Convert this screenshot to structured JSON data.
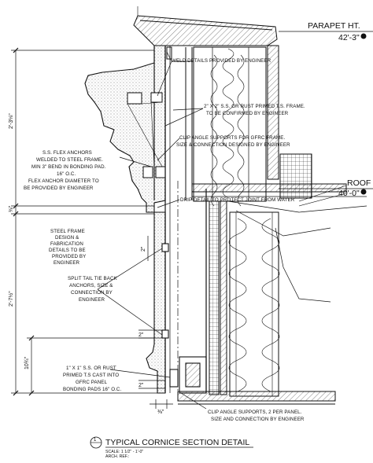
{
  "levels": {
    "parapet_label": "PARAPET HT.",
    "parapet_value": "42'-3\"",
    "roof_label": "ROOF",
    "roof_value": "40'-0\""
  },
  "notes": {
    "weld": "WELD DETAILS PROVIDED BY ENGINEER",
    "frame_1": "2\" X 2\" S.S. OR RUST PRIMED T.S. FRAME.",
    "frame_2": "TO BE CONFIRMED BY ENGINEER",
    "clip_1": "CLIP ANGLE SUPPORTS FOR GFRC FRAME.",
    "clip_2": "SIZE & CONNECTION DESIGNED BY ENGINEER",
    "flex_1": "S.S. FLEX ANCHORS",
    "flex_2": "WELDED TO STEEL FRAME.",
    "flex_3": "MIN 3\" BEND IN BONDING PAD.",
    "flex_4": "16\" O.C.",
    "flex_5": "FLEX ANCHOR DIAMETER TO",
    "flex_6": "BE PROVIDED BY ENGINEER",
    "drip": "DRIP DETAIL TO PROTECT JOINT FROM WATER",
    "steel_1": "STEEL FRAME",
    "steel_2": "DESIGN &",
    "steel_3": "FABRICATION",
    "steel_4": "DETAILS TO BE",
    "steel_5": "PROVIDED BY",
    "steel_6": "ENGINEER",
    "split_1": "SPLIT TAIL TIE BACK",
    "split_2": "ANCHORS, SIZE &",
    "split_3": "CONNECTION BY",
    "split_4": "ENGINEER",
    "ts_1": "1\" X 1\" S.S. OR RUST",
    "ts_2": "PRIMED T.S CAST INTO",
    "ts_3": "GFRC PANEL",
    "ts_4": "BONDING PADS 16\" O.C.",
    "clip2_1": "CLIP ANGLE SUPPORTS, 2 PER PANEL.",
    "clip2_2": "SIZE AND CONNECTION BY ENGINEER"
  },
  "dimensions": {
    "d_upper": "2'-3⅛\"",
    "d_gap": "⅜\"",
    "d_lower": "2'-7½\"",
    "d_bottom": "10¾\"",
    "d_2a": "2\"",
    "d_2b": "2\"",
    "d_2c": "2\"",
    "d_38": "⅜\""
  },
  "title_block": {
    "number": "1",
    "title": "TYPICAL CORNICE SECTION DETAIL",
    "scale": "SCALE: 1 1/2\" - 1'-0\"",
    "ref": "ARCH. REF.:"
  }
}
